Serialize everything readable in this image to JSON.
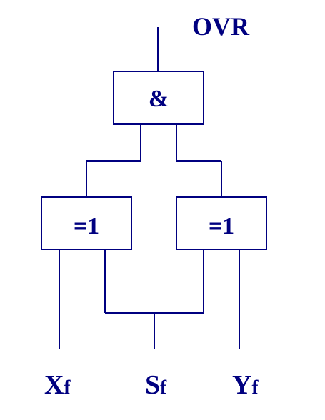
{
  "output": {
    "label": "OVR"
  },
  "gates": {
    "and_gate": {
      "label": "&"
    },
    "xor_left": {
      "label": "=1"
    },
    "xor_right": {
      "label": "=1"
    }
  },
  "inputs": {
    "x": {
      "main": "X",
      "sub": "f"
    },
    "s": {
      "main": "S",
      "sub": "f"
    },
    "y": {
      "main": "Y",
      "sub": "f"
    }
  },
  "colors": {
    "line": "#000080",
    "text": "#000080",
    "background": "#ffffff"
  }
}
